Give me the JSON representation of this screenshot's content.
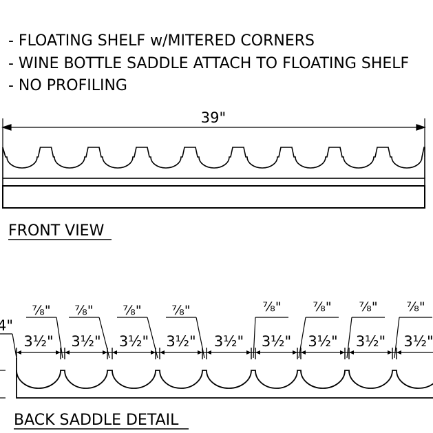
{
  "notes": [
    "- FLOATING SHELF w/MITERED CORNERS",
    "- WINE BOTTLE SADDLE ATTACH TO FLOATING SHELF",
    "- NO PROFILING"
  ],
  "front_view": {
    "overall_dimension": "39\"",
    "title": "FRONT VIEW"
  },
  "back_saddle_detail": {
    "title": "BACK SADDLE DETAIL",
    "left_edge_dimension": "4\"",
    "pocket_width": "3½\"",
    "gap_width": "⅞\"",
    "pocket_labels": [
      "3½\"",
      "3½\"",
      "3½\"",
      "3½\"",
      "3½\"",
      "3½\"",
      "3½\"",
      "3½\"",
      "3½\""
    ],
    "gap_labels": [
      "⅞\"",
      "⅞\"",
      "⅞\"",
      "⅞\"",
      "⅞\"",
      "⅞\"",
      "⅞\"",
      "⅞\""
    ]
  }
}
